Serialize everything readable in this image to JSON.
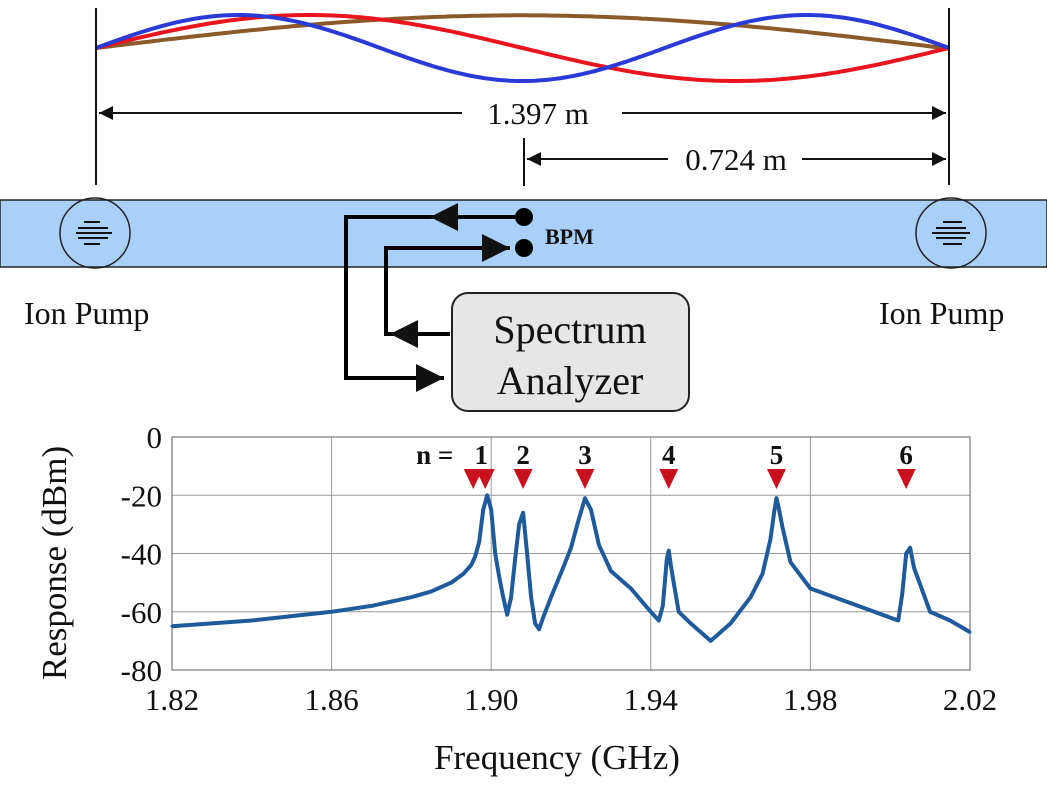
{
  "diagram": {
    "cavity_length_label": "1.397 m",
    "bpm_distance_label": "0.724 m",
    "bpm_label": "BPM",
    "ion_pump_left_label": "Ion Pump",
    "ion_pump_right_label": "Ion Pump",
    "analyzer_line1": "Spectrum",
    "analyzer_line2": "Analyzer",
    "colors": {
      "beam_pipe": "#a8d0fa",
      "mode_brown": "#8b5a2b",
      "mode_red": "#e8141e",
      "mode_blue": "#2a3ad6",
      "analyzer_box": "#e6e6e6"
    }
  },
  "chart_data": {
    "type": "line",
    "xlabel": "Frequency (GHz)",
    "ylabel": "Response (dBm)",
    "xlim": [
      1.82,
      2.02
    ],
    "ylim": [
      -80,
      0
    ],
    "xticks": [
      "1.82",
      "1.86",
      "1.90",
      "1.94",
      "1.98",
      "2.02"
    ],
    "yticks": [
      "0",
      "-20",
      "-40",
      "-60",
      "-80"
    ],
    "grid": true,
    "line_color": "#1f5a9a",
    "marker_color": "#c8101e",
    "marker_prefix": "n =",
    "markers": [
      {
        "label": "1",
        "x": [
          1.8955,
          1.8985
        ]
      },
      {
        "label": "2",
        "x": [
          1.908
        ]
      },
      {
        "label": "3",
        "x": [
          1.9235
        ]
      },
      {
        "label": "4",
        "x": [
          1.9445
        ]
      },
      {
        "label": "5",
        "x": [
          1.9715
        ]
      },
      {
        "label": "6",
        "x": [
          2.004
        ]
      }
    ],
    "series": [
      {
        "x": [
          1.82,
          1.83,
          1.84,
          1.85,
          1.86,
          1.87,
          1.875,
          1.88,
          1.885,
          1.89,
          1.893,
          1.895,
          1.896,
          1.897,
          1.898,
          1.899,
          1.9,
          1.901,
          1.902,
          1.903,
          1.904,
          1.905,
          1.906,
          1.907,
          1.908,
          1.909,
          1.91,
          1.911,
          1.912,
          1.913,
          1.915,
          1.918,
          1.92,
          1.922,
          1.9235,
          1.925,
          1.927,
          1.93,
          1.935,
          1.94,
          1.942,
          1.943,
          1.944,
          1.9445,
          1.945,
          1.946,
          1.947,
          1.95,
          1.955,
          1.96,
          1.965,
          1.968,
          1.97,
          1.971,
          1.9715,
          1.972,
          1.973,
          1.975,
          1.98,
          1.99,
          2.0,
          2.002,
          2.003,
          2.004,
          2.005,
          2.006,
          2.01,
          2.015,
          2.02
        ],
        "y": [
          -65,
          -64,
          -63,
          -61.5,
          -60,
          -58,
          -56.5,
          -55,
          -53,
          -50,
          -47,
          -44,
          -41,
          -36,
          -25,
          -20,
          -25,
          -40,
          -48,
          -55,
          -61,
          -55,
          -42,
          -30,
          -26,
          -40,
          -55,
          -64,
          -66,
          -62,
          -55,
          -45,
          -38,
          -28,
          -21,
          -25,
          -37,
          -46,
          -52,
          -60,
          -63,
          -58,
          -42,
          -39,
          -44,
          -52,
          -60,
          -64,
          -70,
          -64,
          -55,
          -47,
          -35,
          -25,
          -21,
          -24,
          -31,
          -43,
          -52,
          -57,
          -62,
          -63,
          -54,
          -40,
          -38,
          -45,
          -60,
          -63,
          -67
        ]
      }
    ]
  }
}
